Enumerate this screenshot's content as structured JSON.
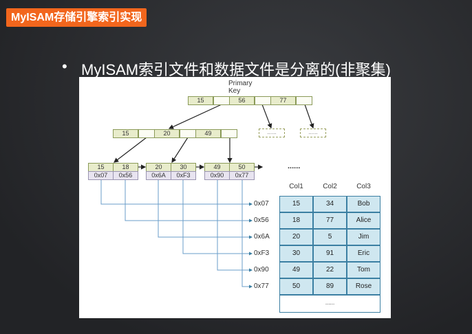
{
  "slide": {
    "title": "MyISAM存储引擎索引实现",
    "bullet": "•",
    "heading": "MyISAM索引文件和数据文件是分离的(非聚集)"
  },
  "diagram": {
    "caption": "Primary Key",
    "root": [
      "15",
      "56",
      "77"
    ],
    "level2": [
      "15",
      "20",
      "49"
    ],
    "leaves": [
      {
        "keys": [
          "15",
          "18"
        ],
        "addrs": [
          "0x07",
          "0x56"
        ]
      },
      {
        "keys": [
          "20",
          "30"
        ],
        "addrs": [
          "0x6A",
          "0xF3"
        ]
      },
      {
        "keys": [
          "49",
          "50"
        ],
        "addrs": [
          "0x90",
          "0x77"
        ]
      }
    ],
    "ellipsis": "......",
    "pointers": [
      "0x07",
      "0x56",
      "0x6A",
      "0xF3",
      "0x90",
      "0x77"
    ],
    "table": {
      "headers": [
        "Col1",
        "Col2",
        "Col3"
      ],
      "rows": [
        [
          "15",
          "34",
          "Bob"
        ],
        [
          "18",
          "77",
          "Alice"
        ],
        [
          "20",
          "5",
          "Jim"
        ],
        [
          "30",
          "91",
          "Eric"
        ],
        [
          "49",
          "22",
          "Tom"
        ],
        [
          "50",
          "89",
          "Rose"
        ]
      ],
      "footer": "......"
    }
  },
  "colors": {
    "title_bg": "#f2661d",
    "node": "#e8eccb",
    "addr": "#e8e4f0",
    "table": "#cfe7f0"
  }
}
